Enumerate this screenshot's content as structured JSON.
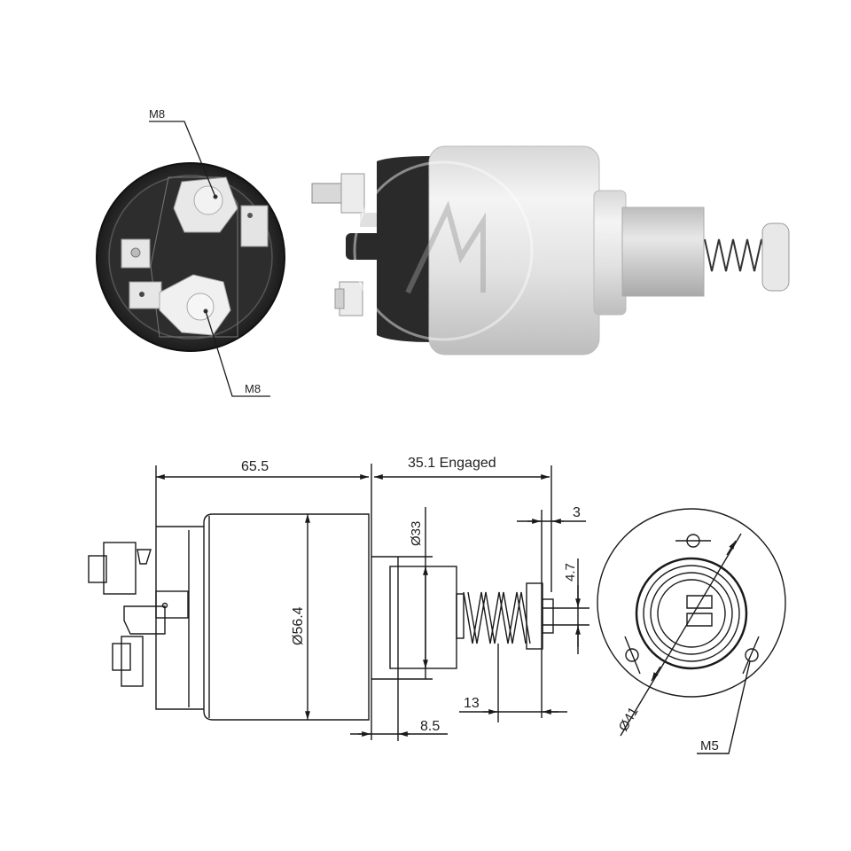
{
  "photos": {
    "end_view": {
      "terminal_top_label": "M8",
      "terminal_bottom_label": "M8"
    },
    "side_view": {
      "watermark": "logo-watermark"
    }
  },
  "drawing": {
    "side": {
      "body_length": "65.5",
      "plunger_travel": "35.1 Engaged",
      "body_diameter": "Ø56.4",
      "nose_diameter": "Ø33",
      "flange_offset": "8.5",
      "spring_offset": "13",
      "tip_width": "3",
      "tip_diameter": "4.7"
    },
    "front": {
      "bolt_circle": "Ø41",
      "mount_thread": "M5"
    }
  },
  "colors": {
    "background": "#ffffff",
    "line": "#1a1a1a",
    "cap_dark": "#2b2b2b",
    "metal_light": "#e6e6e6",
    "metal_mid": "#c9c9c9"
  }
}
